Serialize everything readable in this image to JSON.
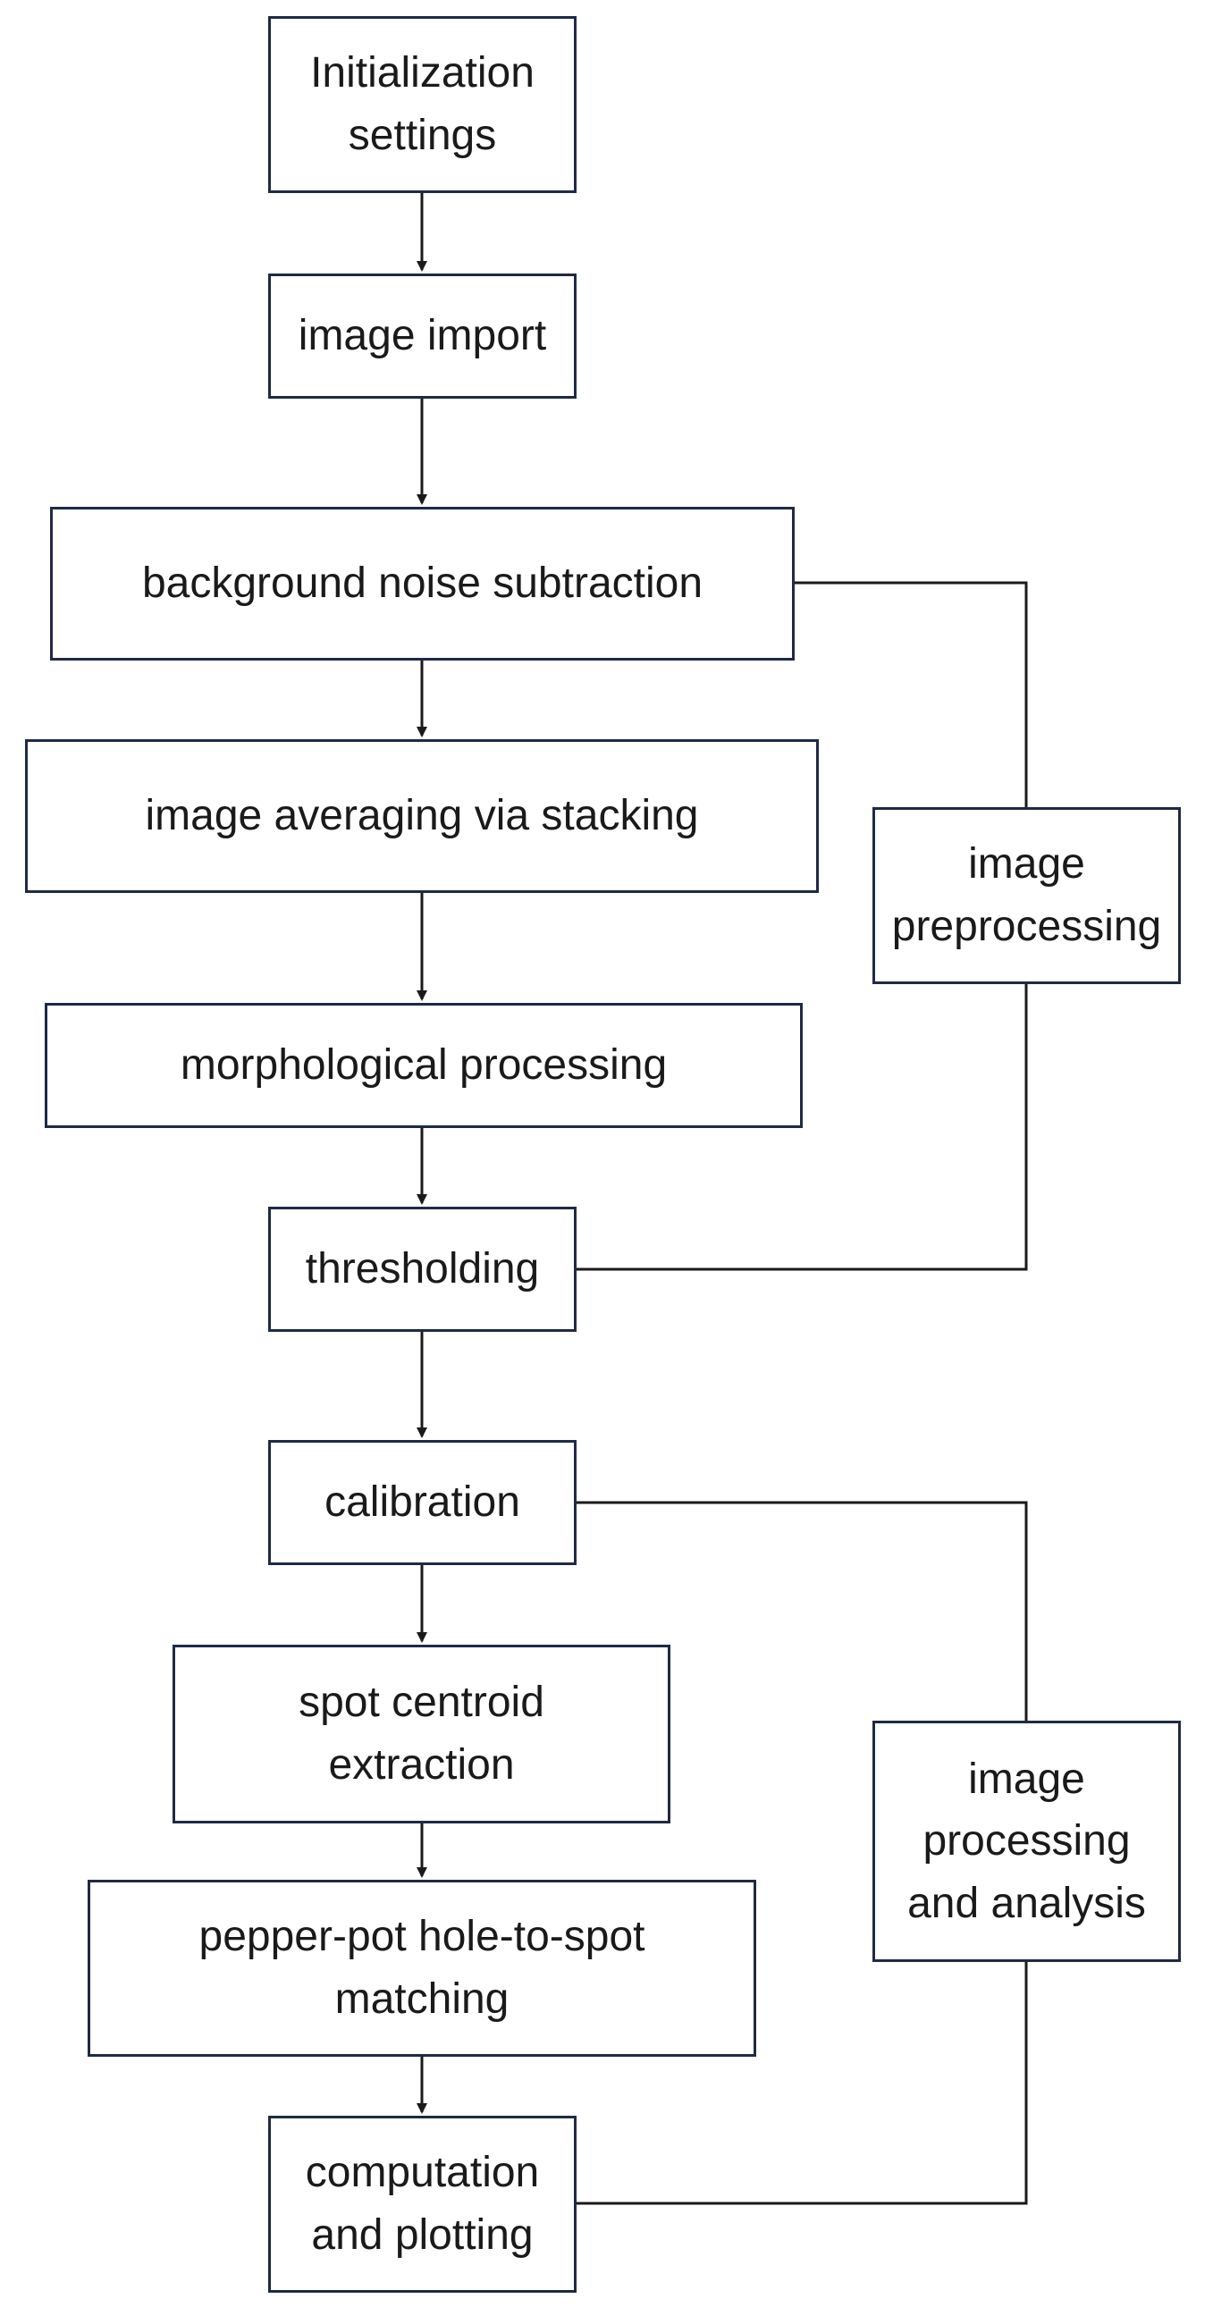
{
  "diagram": {
    "nodes": {
      "init": {
        "lines": [
          "Initialization",
          "settings"
        ]
      },
      "import": {
        "lines": [
          "image import"
        ]
      },
      "bg": {
        "lines": [
          "background noise subtraction"
        ]
      },
      "avg": {
        "lines": [
          "image averaging via stacking"
        ]
      },
      "morph": {
        "lines": [
          "morphological processing"
        ]
      },
      "thresh": {
        "lines": [
          "thresholding"
        ]
      },
      "calib": {
        "lines": [
          "calibration"
        ]
      },
      "spot": {
        "lines": [
          "spot centroid",
          "extraction"
        ]
      },
      "pepper": {
        "lines": [
          "pepper-pot hole-to-spot",
          "matching"
        ]
      },
      "comp": {
        "lines": [
          "computation",
          "and plotting"
        ]
      },
      "preproc": {
        "lines": [
          "image",
          "preprocessing"
        ]
      },
      "analysis": {
        "lines": [
          "image",
          "processing",
          "and analysis"
        ]
      }
    },
    "edges": [
      {
        "from": "init",
        "to": "import",
        "type": "arrow"
      },
      {
        "from": "import",
        "to": "bg",
        "type": "arrow"
      },
      {
        "from": "bg",
        "to": "avg",
        "type": "arrow"
      },
      {
        "from": "avg",
        "to": "morph",
        "type": "arrow"
      },
      {
        "from": "morph",
        "to": "thresh",
        "type": "arrow"
      },
      {
        "from": "thresh",
        "to": "calib",
        "type": "arrow"
      },
      {
        "from": "calib",
        "to": "spot",
        "type": "arrow"
      },
      {
        "from": "spot",
        "to": "pepper",
        "type": "arrow"
      },
      {
        "from": "pepper",
        "to": "comp",
        "type": "arrow"
      }
    ],
    "groups": [
      {
        "label_node": "preproc",
        "spans": [
          "bg",
          "thresh"
        ]
      },
      {
        "label_node": "analysis",
        "spans": [
          "calib",
          "comp"
        ]
      }
    ],
    "colors": {
      "border": "#1f2a44",
      "line": "#1a1a1a",
      "text": "#1a1a1a"
    }
  }
}
